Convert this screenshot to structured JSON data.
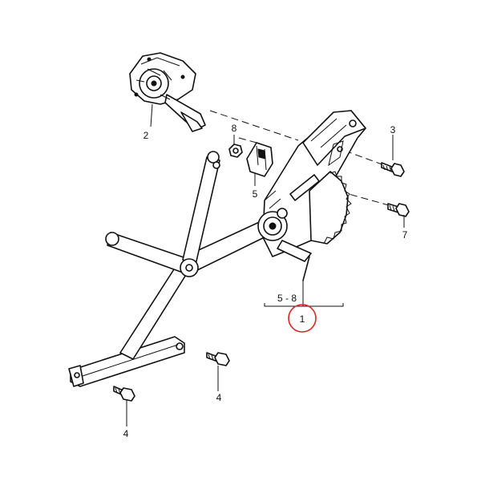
{
  "labels": {
    "motor": "2",
    "nut": "8",
    "clip": "5",
    "bolt_top": "3",
    "bolt_mid": "7",
    "bolt_rail": "4",
    "bolt_low": "4",
    "range": "5 - 8",
    "assembly": "1"
  },
  "colors": {
    "line": "#111111",
    "highlight": "#d62828"
  }
}
